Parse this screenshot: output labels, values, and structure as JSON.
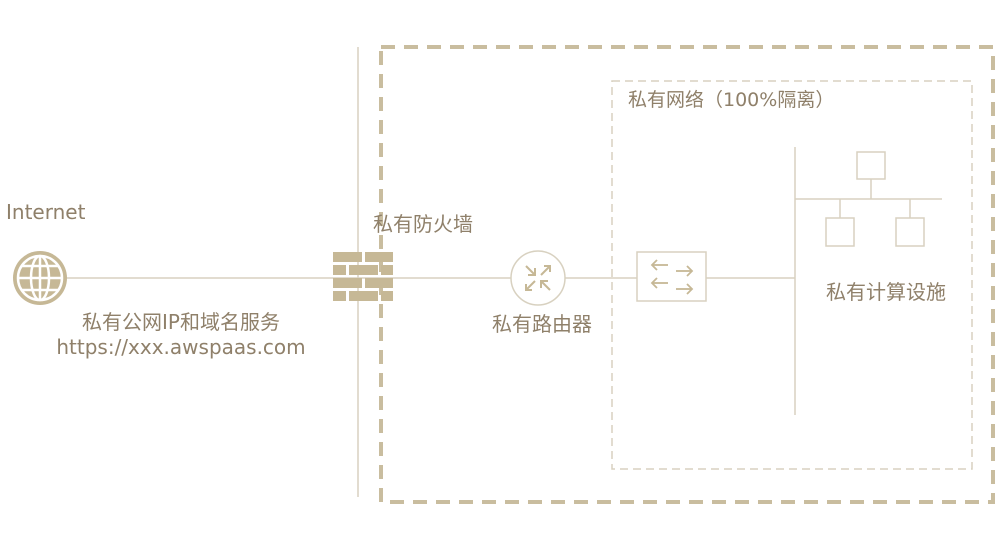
{
  "colors": {
    "line": "#d8d1c0",
    "accent": "#c6b896",
    "text": "#8f806a",
    "background": "#ffffff"
  },
  "labels": {
    "internet": "Internet",
    "public_ip_domain": "私有公网IP和域名服务",
    "url": "https://xxx.awspaas.com",
    "firewall": "私有防火墙",
    "router": "私有路由器",
    "private_network": "私有网络（100%隔离）",
    "compute": "私有计算设施"
  },
  "icons": {
    "internet": "globe-icon",
    "firewall": "brick-wall-icon",
    "router": "router-icon",
    "switch": "switch-icon",
    "servers": "server-node-icon"
  }
}
